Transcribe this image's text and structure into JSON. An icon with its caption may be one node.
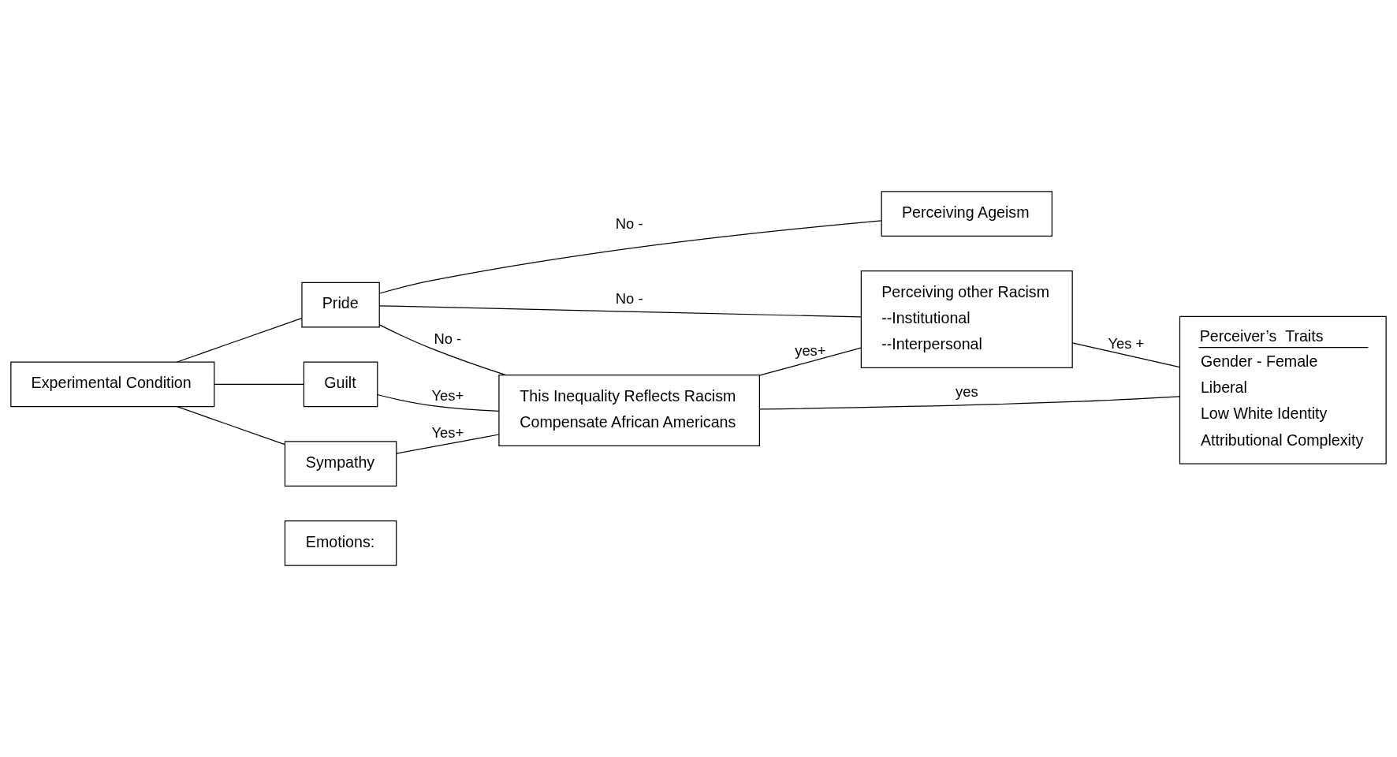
{
  "diagram": {
    "nodes": [
      {
        "text": [
          "Emotions:"
        ]
      },
      {
        "text": [
          "Pride"
        ]
      },
      {
        "text": [
          "Perceiving Ageism"
        ]
      },
      {
        "text": [
          "Perceiving other Racism",
          "--Institutional",
          "--Interpersonal"
        ]
      },
      {
        "text": [
          "Guilt"
        ]
      },
      {
        "text": [
          "This Inequality Reflects Racism",
          "Compensate African Americans"
        ]
      },
      {
        "text": [
          "Experimental Condition"
        ]
      },
      {
        "text": [
          "Sympathy"
        ]
      },
      {
        "text": [
          "Perceiver’s  Traits",
          "Gender - Female",
          "Liberal",
          "Low White Identity",
          "Attributional Complexity"
        ]
      }
    ],
    "edges": [
      {
        "from": 1,
        "to": 2,
        "arrow": "none",
        "label": "No -"
      },
      {
        "from": 1,
        "to": 3,
        "arrow": "none",
        "label": "No -"
      },
      {
        "from": 1,
        "to": 5,
        "arrow": "none",
        "label": "No -"
      },
      {
        "from": 4,
        "to": 5,
        "arrow": "none",
        "label": "Yes+"
      },
      {
        "from": 7,
        "to": 5,
        "arrow": "none",
        "label": "Yes+"
      },
      {
        "from": 5,
        "to": 3,
        "arrow": "none",
        "label": "yes+"
      },
      {
        "from": 6,
        "to": 1,
        "arrow": "none"
      },
      {
        "from": 6,
        "to": 4,
        "arrow": "none"
      },
      {
        "from": 6,
        "to": 7,
        "arrow": "none"
      },
      {
        "from": 5,
        "to": 8,
        "arrow": "none",
        "label": "yes"
      },
      {
        "from": 3,
        "to": 8,
        "arrow": "none",
        "label": "Yes +"
      }
    ]
  }
}
